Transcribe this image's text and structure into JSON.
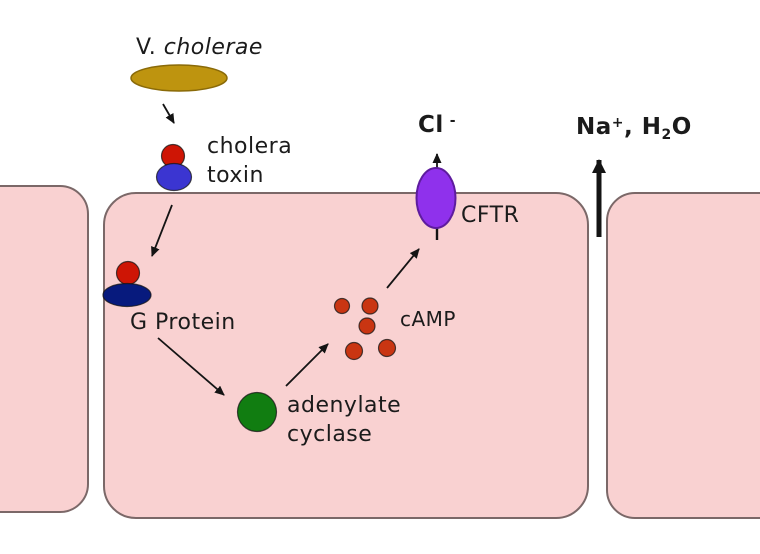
{
  "labels": {
    "bacterium_prefix": "V.",
    "bacterium_species": "cholerae",
    "toxin_line1": "cholera",
    "toxin_line2": "toxin",
    "g_protein": "G Protein",
    "enzyme_line1": "adenylate",
    "enzyme_line2": "cyclase",
    "messenger": "cAMP",
    "channel": "CFTR",
    "chloride_symbol": "Cl",
    "chloride_charge": "-",
    "sodium_symbol": "Na",
    "sodium_charge": "+",
    "water_join": ", H",
    "water_subscript": "2",
    "water_tail": "O"
  },
  "colors": {
    "cell_fill": "#F9D1D1",
    "cell_border": "#7B6868",
    "bacterium_fill": "#BE940F",
    "bacterium_border": "#8A6A08",
    "toxin_red": "#CE1505",
    "toxin_blue": "#3B35D1",
    "g_protein_red": "#CE1505",
    "g_protein_body": "#071A7D",
    "adenylate_fill": "#117D11",
    "camp_dot_fill": "#C93512",
    "cftr_fill": "#8F31EC",
    "cftr_border": "#5E1C9E",
    "arrow": "#141414"
  }
}
